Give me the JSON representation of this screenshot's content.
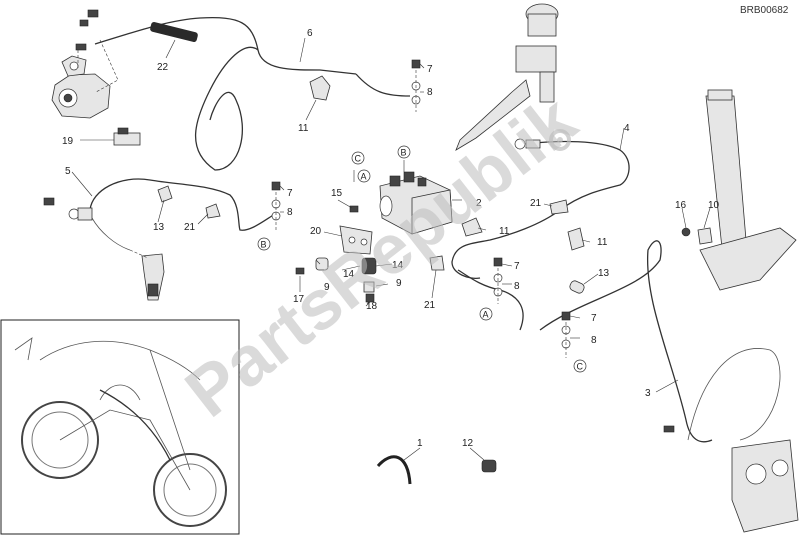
{
  "diagram_code": "BRB00682",
  "watermark": "PartsRepublik",
  "part_labels": [
    "1",
    "2",
    "3",
    "4",
    "5",
    "6",
    "7",
    "8",
    "9",
    "10",
    "11",
    "12",
    "13",
    "14",
    "15",
    "16",
    "17",
    "18",
    "19",
    "20",
    "21",
    "22"
  ],
  "connector_letters": [
    "A",
    "B",
    "C"
  ]
}
